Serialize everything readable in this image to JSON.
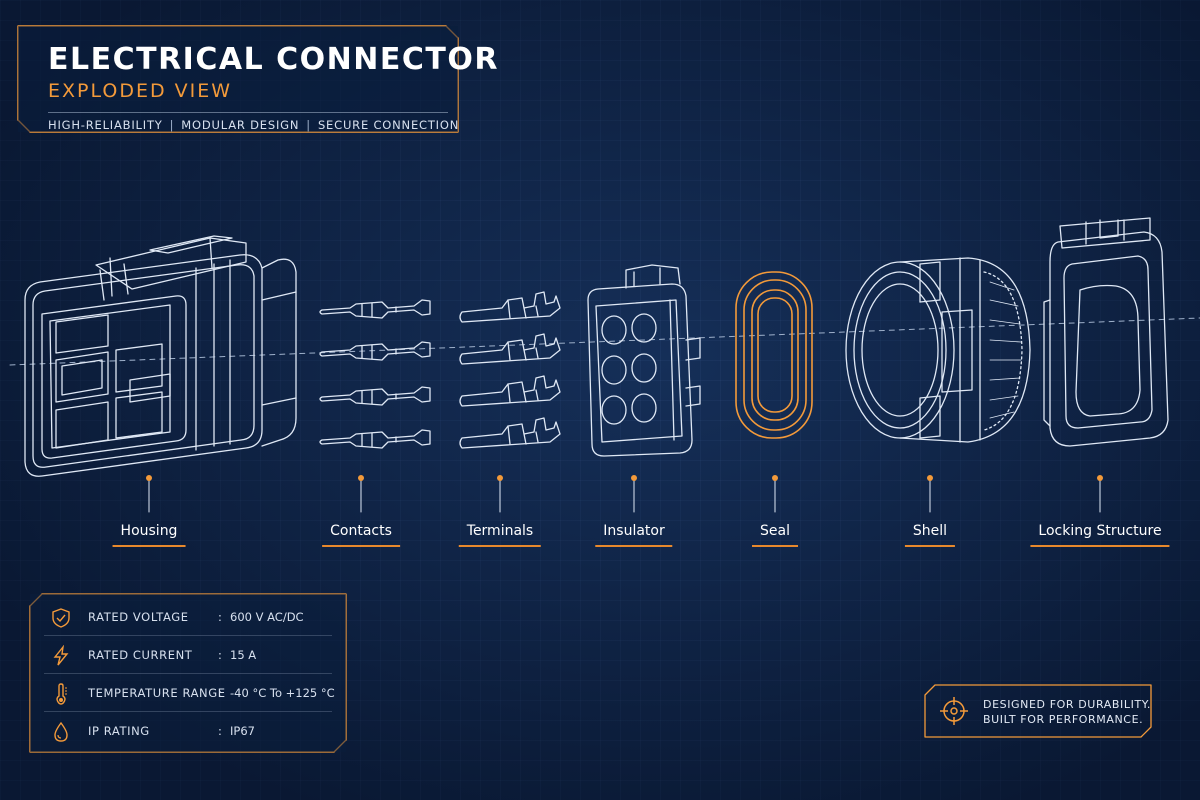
{
  "title": {
    "main": "ELECTRICAL CONNECTOR",
    "sub": "EXPLODED VIEW",
    "taglines": [
      "HIGH-RELIABILITY",
      "MODULAR DESIGN",
      "SECURE CONNECTION"
    ]
  },
  "parts": [
    {
      "label": "Housing"
    },
    {
      "label": "Contacts"
    },
    {
      "label": "Terminals"
    },
    {
      "label": "Insulator"
    },
    {
      "label": "Seal"
    },
    {
      "label": "Shell"
    },
    {
      "label": "Locking Structure"
    }
  ],
  "specs": [
    {
      "label": "RATED VOLTAGE",
      "value": "600 V AC/DC",
      "icon": "shield-check-icon"
    },
    {
      "label": "RATED CURRENT",
      "value": "15 A",
      "icon": "lightning-bolt-icon"
    },
    {
      "label": "TEMPERATURE RANGE",
      "value": "-40 °C To +125 °C",
      "icon": "thermometer-icon"
    },
    {
      "label": "IP RATING",
      "value": "IP67",
      "icon": "water-drop-icon"
    }
  ],
  "badge": {
    "line1": "DESIGNED FOR DURABILITY.",
    "line2": "BUILT FOR PERFORMANCE.",
    "icon": "crosshair-target-icon"
  },
  "colors": {
    "background": "#0f2447",
    "line": "#dfe8f5",
    "accent": "#f39a3a"
  }
}
